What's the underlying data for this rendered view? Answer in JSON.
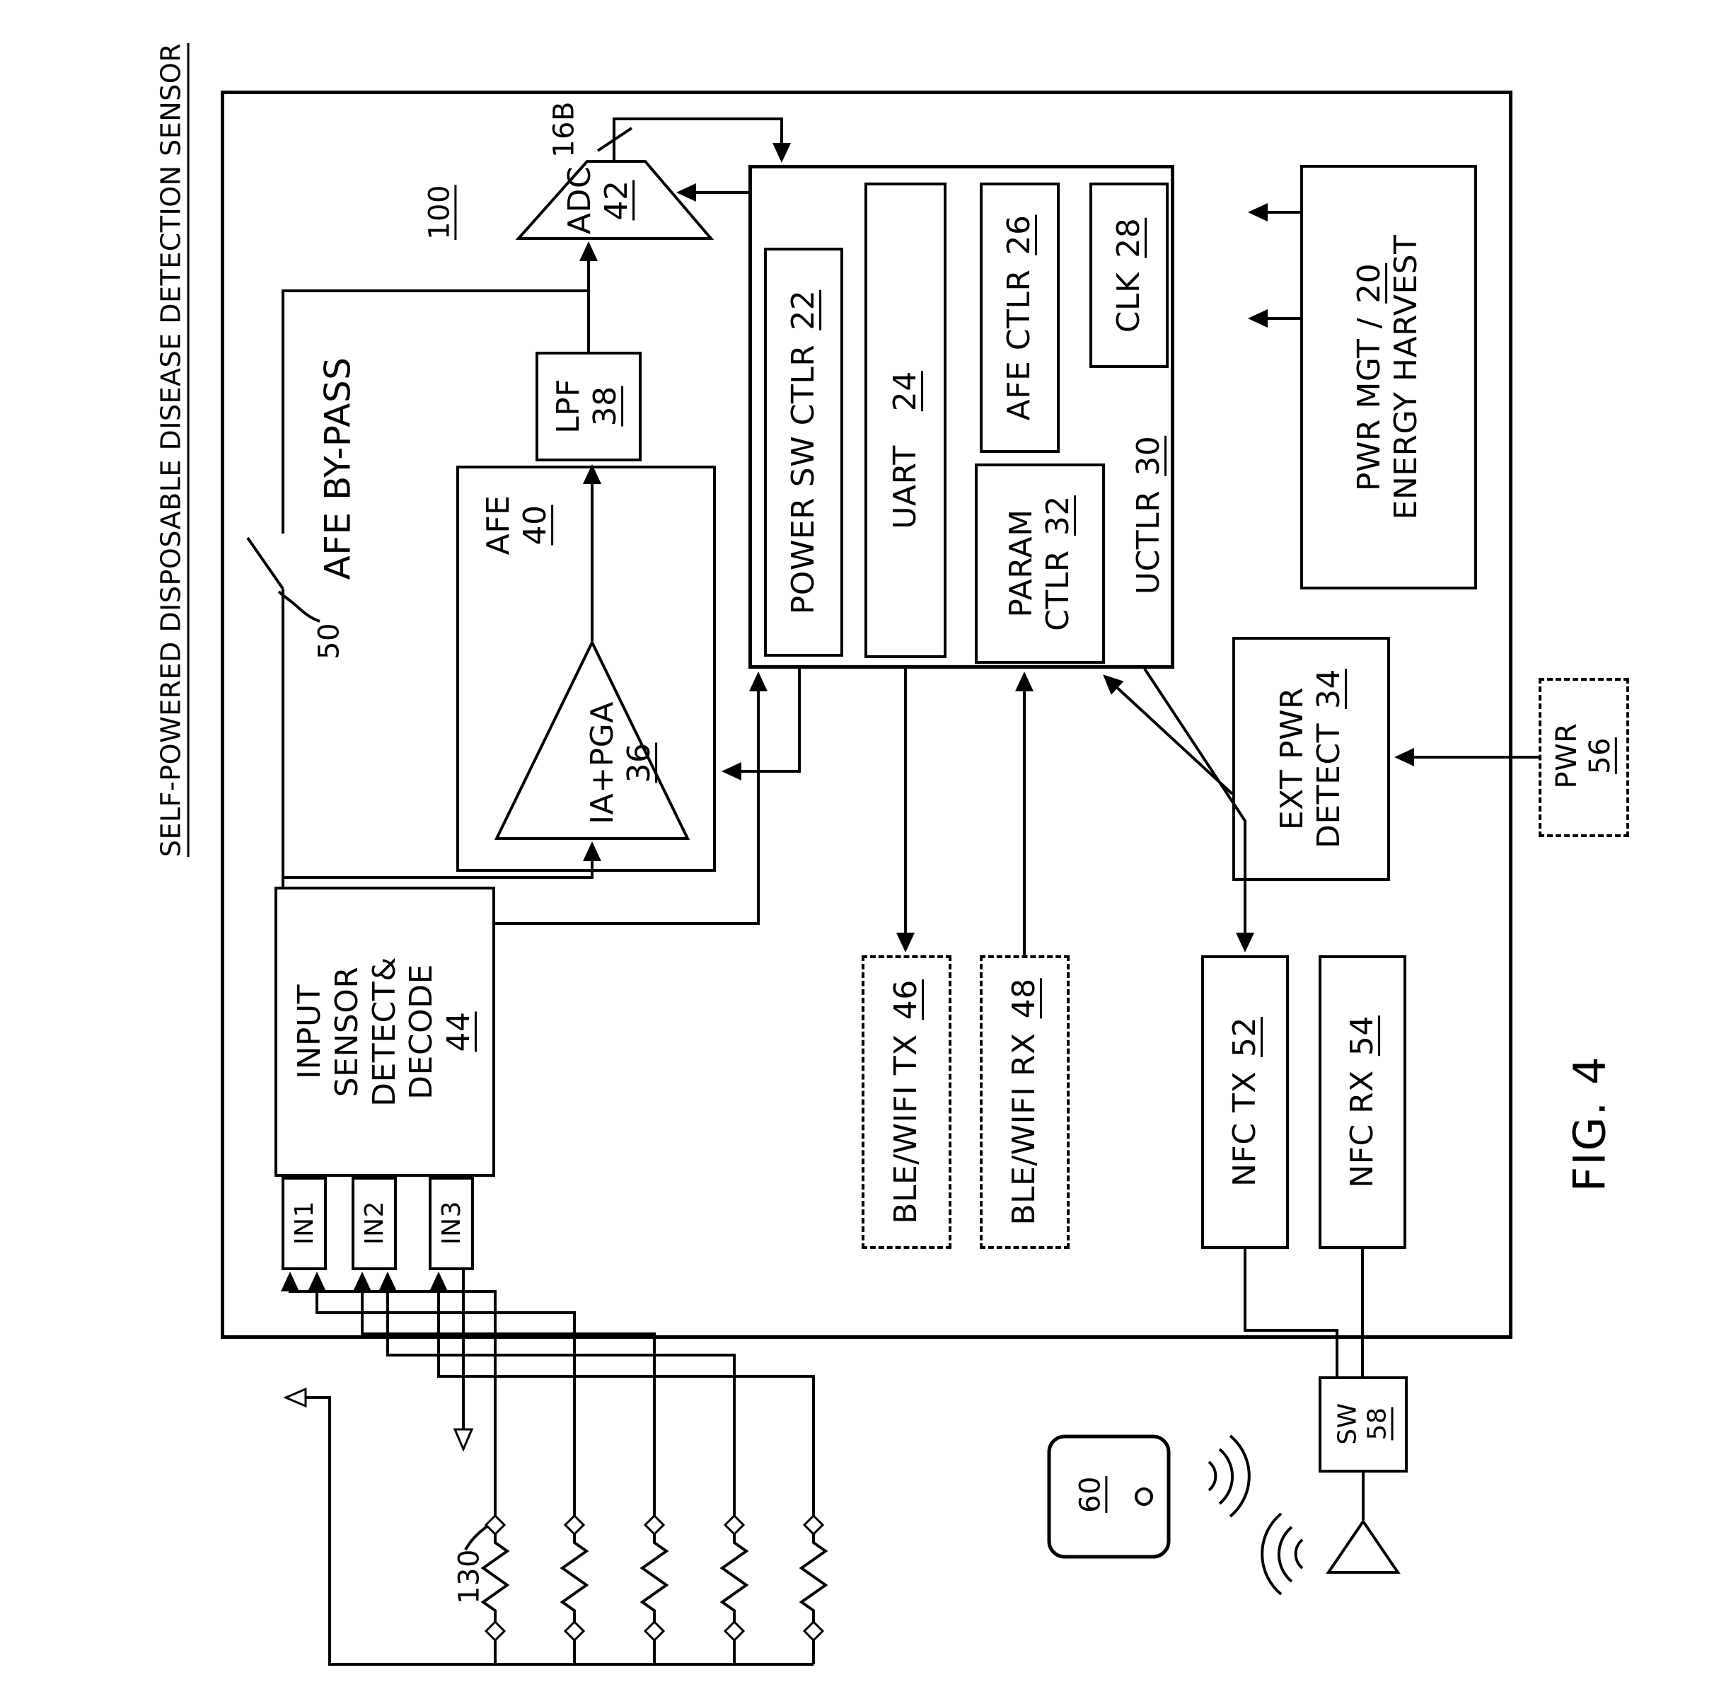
{
  "colors": {
    "ink": "#000000",
    "paper": "#ffffff"
  },
  "figure": {
    "title": "SELF-POWERED DISPOSABLE DISEASE DETECTION SENSOR",
    "caption": "FIG. 4"
  },
  "refs": {
    "chip": "100",
    "bus_width": "16B",
    "bypass_switch": "50",
    "sensors": "130"
  },
  "blocks": {
    "adc": {
      "label": "ADC",
      "ref": "42"
    },
    "lpf": {
      "label": "LPF",
      "ref": "38"
    },
    "afe": {
      "label": "AFE",
      "ref": "40"
    },
    "ia_pga": {
      "label": "IA+PGA",
      "ref": "36"
    },
    "afe_bypass": {
      "label": "AFE BY-PASS"
    },
    "input_decode": {
      "line1": "INPUT",
      "line2": "SENSOR",
      "line3": "DETECT&",
      "line4": "DECODE",
      "ref": "44"
    },
    "in1": {
      "label": "IN1"
    },
    "in2": {
      "label": "IN2"
    },
    "in3": {
      "label": "IN3"
    },
    "uctlr": {
      "label": "UCTLR",
      "ref": "30"
    },
    "power_sw_ctlr": {
      "label": "POWER SW CTLR",
      "ref": "22"
    },
    "uart": {
      "label": "UART",
      "ref": "24"
    },
    "afe_ctlr": {
      "label": "AFE CTLR",
      "ref": "26"
    },
    "clk": {
      "label": "CLK",
      "ref": "28"
    },
    "param_ctlr": {
      "line1": "PARAM",
      "line2": "CTLR",
      "ref": "32"
    },
    "ble_wifi_tx": {
      "label": "BLE/WIFI TX",
      "ref": "46"
    },
    "ble_wifi_rx": {
      "label": "BLE/WIFI RX",
      "ref": "48"
    },
    "nfc_tx": {
      "label": "NFC TX",
      "ref": "52"
    },
    "nfc_rx": {
      "label": "NFC RX",
      "ref": "54"
    },
    "ext_pwr_detect": {
      "line1": "EXT PWR",
      "line2": "DETECT",
      "ref": "34"
    },
    "pwr_mgt": {
      "line1": "PWR MGT /",
      "line2": "ENERGY HARVEST",
      "ref": "20"
    },
    "pwr": {
      "label": "PWR",
      "ref": "56"
    },
    "sw": {
      "label": "SW",
      "ref": "58"
    },
    "phone": {
      "ref": "60"
    }
  }
}
